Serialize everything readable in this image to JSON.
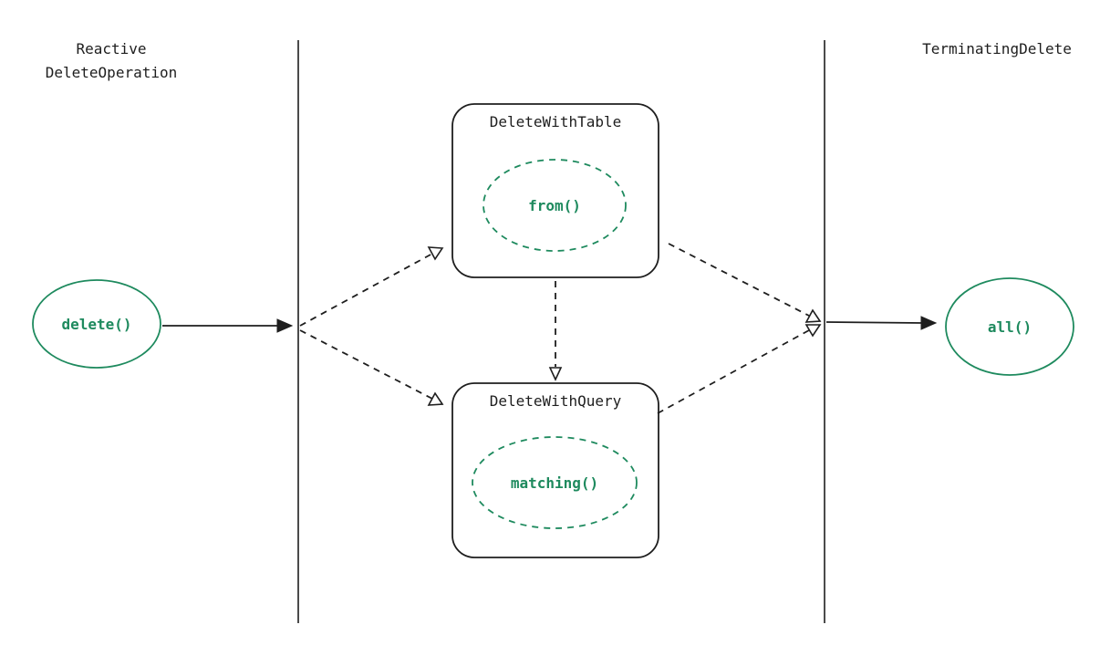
{
  "lanes": {
    "left_title_line1": "Reactive",
    "left_title_line2": "DeleteOperation",
    "right_title": "TerminatingDelete"
  },
  "boxes": {
    "table": {
      "title": "DeleteWithTable",
      "method": "from()"
    },
    "query": {
      "title": "DeleteWithQuery",
      "method": "matching()"
    }
  },
  "methods": {
    "start": "delete()",
    "end": "all()"
  },
  "colors": {
    "ink": "#1e1e1e",
    "method_green": "#1e8a5e",
    "background": "#ffffff"
  }
}
